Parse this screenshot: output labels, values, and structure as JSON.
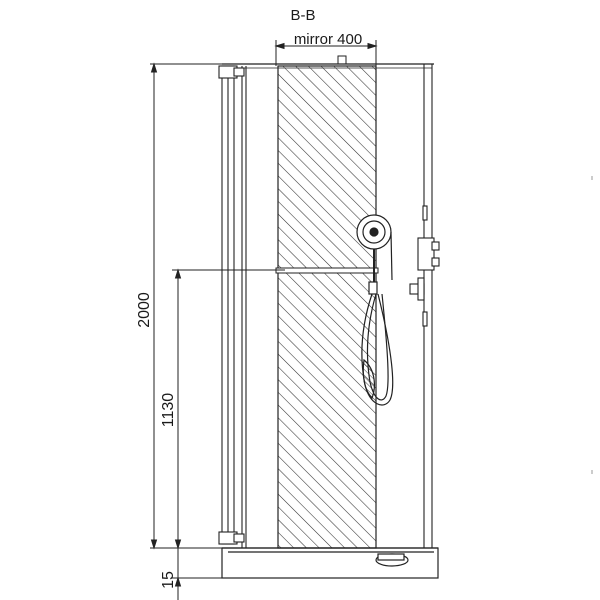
{
  "section_label": "B-B",
  "mirror_label": "mirror 400",
  "dimensions": {
    "total_height": "2000",
    "mid_height": "1130",
    "base_height": "15"
  }
}
